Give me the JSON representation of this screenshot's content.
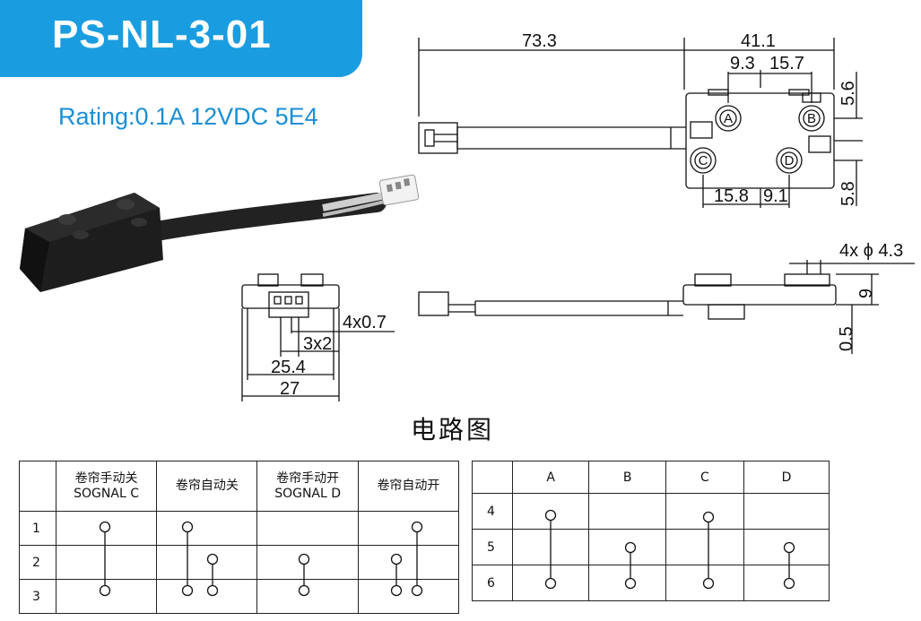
{
  "title": "PS-NL-3-01",
  "rating": "Rating:0.1A 12VDC 5E4",
  "dimensions": {
    "d73_3": "73.3",
    "d41_1": "41.1",
    "d9_3": "9.3",
    "d15_7": "15.7",
    "d5_6": "5.6",
    "d5_8": "5.8",
    "d15_8": "15.8",
    "d9_1": "9.1",
    "d4x0_7": "4x0.7",
    "d3x2": "3x2",
    "d25_4": "25.4",
    "d27": "27",
    "d4xphi4_3": "4x ϕ 4.3",
    "d9": "9",
    "d0_5": "0.5"
  },
  "terminals": {
    "a": "A",
    "b": "B",
    "c": "C",
    "d": "D"
  },
  "circuit_title": "电路图",
  "table_left": {
    "headers": [
      {
        "line1": "卷帘手动关",
        "line2": "SOGNAL C"
      },
      {
        "line1": "卷帘自动关",
        "line2": ""
      },
      {
        "line1": "卷帘手动开",
        "line2": "SOGNAL D"
      },
      {
        "line1": "卷帘自动开",
        "line2": ""
      }
    ],
    "rows": [
      "1",
      "2",
      "3"
    ]
  },
  "table_right": {
    "headers": [
      "A",
      "B",
      "C",
      "D"
    ],
    "rows": [
      "4",
      "5",
      "6"
    ]
  }
}
